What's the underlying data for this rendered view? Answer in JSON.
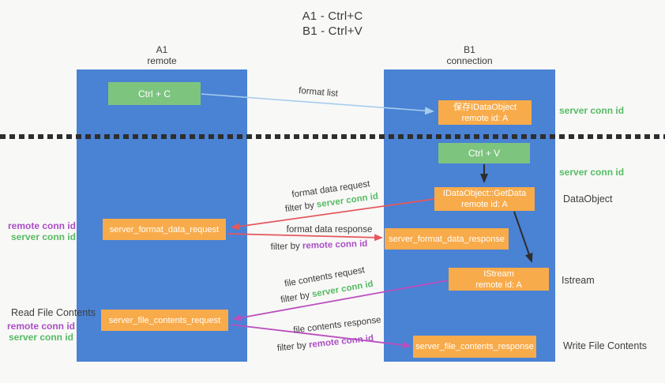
{
  "title": {
    "line1": "A1 - Ctrl+C",
    "line2": "B1 - Ctrl+V"
  },
  "lanes": {
    "left": {
      "name": "A1",
      "subtitle": "remote"
    },
    "right": {
      "name": "B1",
      "subtitle": "connection"
    }
  },
  "boxes": {
    "ctrl_c": {
      "label": "Ctrl + C"
    },
    "ctrl_v": {
      "label": "Ctrl + V"
    },
    "save_idataobject": {
      "line1": "保存IDataObject",
      "line2": "remote id: A"
    },
    "idataobject_getdata": {
      "line1": "IDataObject::GetData",
      "line2": "remote id: A"
    },
    "istream": {
      "line1": "IStream",
      "line2": "remote id: A"
    },
    "server_format_data_request": {
      "label": "server_format_data_request"
    },
    "server_format_data_response": {
      "label": "server_format_data_response"
    },
    "server_file_contents_request": {
      "label": "server_file_contents_request"
    },
    "server_file_contents_response": {
      "label": "server_file_contents_response"
    }
  },
  "arrows": {
    "format_list": {
      "label": "format list"
    },
    "format_data_request": {
      "label": "format data request",
      "filter_prefix": "filter by ",
      "filter_key": "server conn id"
    },
    "format_data_response": {
      "label": "format data response",
      "filter_prefix": "filter by ",
      "filter_key": "remote conn id"
    },
    "file_contents_request": {
      "label": "file contents request",
      "filter_prefix": "filter by ",
      "filter_key": "server conn id"
    },
    "file_contents_response": {
      "label": "file contents response",
      "filter_prefix": "filter by ",
      "filter_key": "remote conn id"
    }
  },
  "side_labels": {
    "left_top": {
      "remote_conn_id": "remote conn id",
      "server_conn_id": "server conn id"
    },
    "left_bottom": {
      "title": "Read File Contents",
      "remote_conn_id": "remote conn id",
      "server_conn_id": "server conn id"
    },
    "right": {
      "server_conn_id_top": "server conn id",
      "server_conn_id_mid": "server conn id",
      "dataobject": "DataObject",
      "istream": "Istream",
      "write_file_contents": "Write File Contents"
    }
  },
  "colors": {
    "background": "#f8f8f7",
    "lane_blue": "#4a82d4",
    "box_orange": "#f8ab4a",
    "box_green": "#7dc47f",
    "arrow_red": "#e4595c",
    "arrow_magenta": "#bb4fbe",
    "arrow_lightblue": "#a6cdec",
    "arrow_black": "#2d2d2d",
    "text_green": "#57bb63",
    "text_purple": "#ab4ec4",
    "text_dark": "#3c3c3c",
    "divider_black": "#2e2e2e"
  }
}
